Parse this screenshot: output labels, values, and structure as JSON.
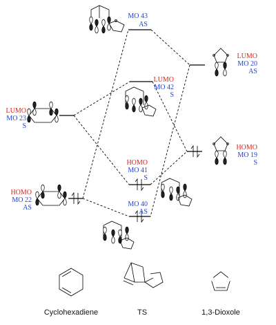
{
  "molecules": {
    "left": {
      "name": "Cyclohexadiene",
      "lumo": {
        "tag": "LUMO",
        "mo": "MO 23",
        "sym": "S"
      },
      "homo": {
        "tag": "HOMO",
        "mo": "MO 22",
        "sym": "AS"
      }
    },
    "center": {
      "name": "TS",
      "mo43": {
        "mo": "MO 43",
        "sym": "AS"
      },
      "mo42": {
        "tag": "LUMO",
        "mo": "MO 42",
        "sym": "S"
      },
      "mo41": {
        "tag": "HOMO",
        "mo": "MO 41",
        "sym": "S"
      },
      "mo40": {
        "mo": "MO 40",
        "sym": "AS"
      }
    },
    "right": {
      "name": "1,3-Dioxole",
      "lumo": {
        "tag": "LUMO",
        "mo": "MO 20",
        "sym": "AS"
      },
      "homo": {
        "tag": "HOMO",
        "mo": "MO 19",
        "sym": "S"
      }
    }
  },
  "colors": {
    "label_blue": "#1f3fd8",
    "label_red": "#e0231b",
    "ink": "#000000"
  }
}
